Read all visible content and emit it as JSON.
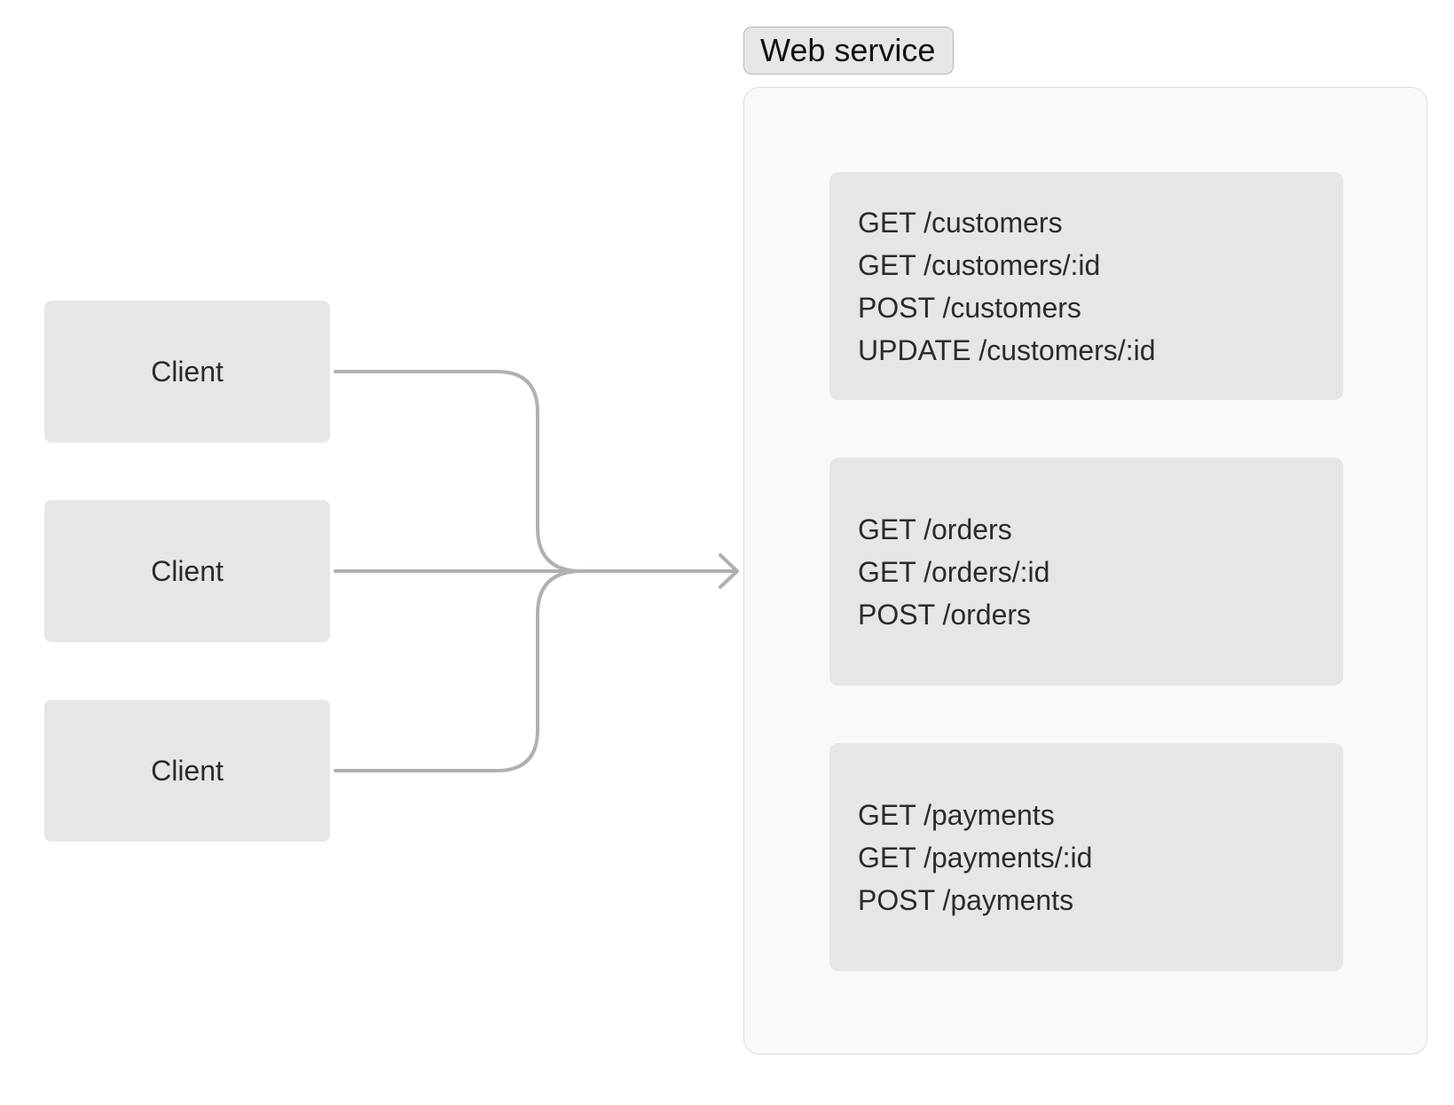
{
  "clients": [
    {
      "label": "Client"
    },
    {
      "label": "Client"
    },
    {
      "label": "Client"
    }
  ],
  "web_service": {
    "label": "Web service",
    "groups": [
      {
        "endpoints": [
          "GET /customers",
          "GET /customers/:id",
          "POST /customers",
          "UPDATE /customers/:id"
        ]
      },
      {
        "endpoints": [
          "GET /orders",
          "GET /orders/:id",
          "POST /orders"
        ]
      },
      {
        "endpoints": [
          "GET /payments",
          "GET /payments/:id",
          "POST /payments"
        ]
      }
    ]
  },
  "colors": {
    "box_fill": "#e6e6e6",
    "container_fill": "#f9f9f9",
    "connector": "#b0b0b0",
    "text": "#2b2b2b"
  }
}
